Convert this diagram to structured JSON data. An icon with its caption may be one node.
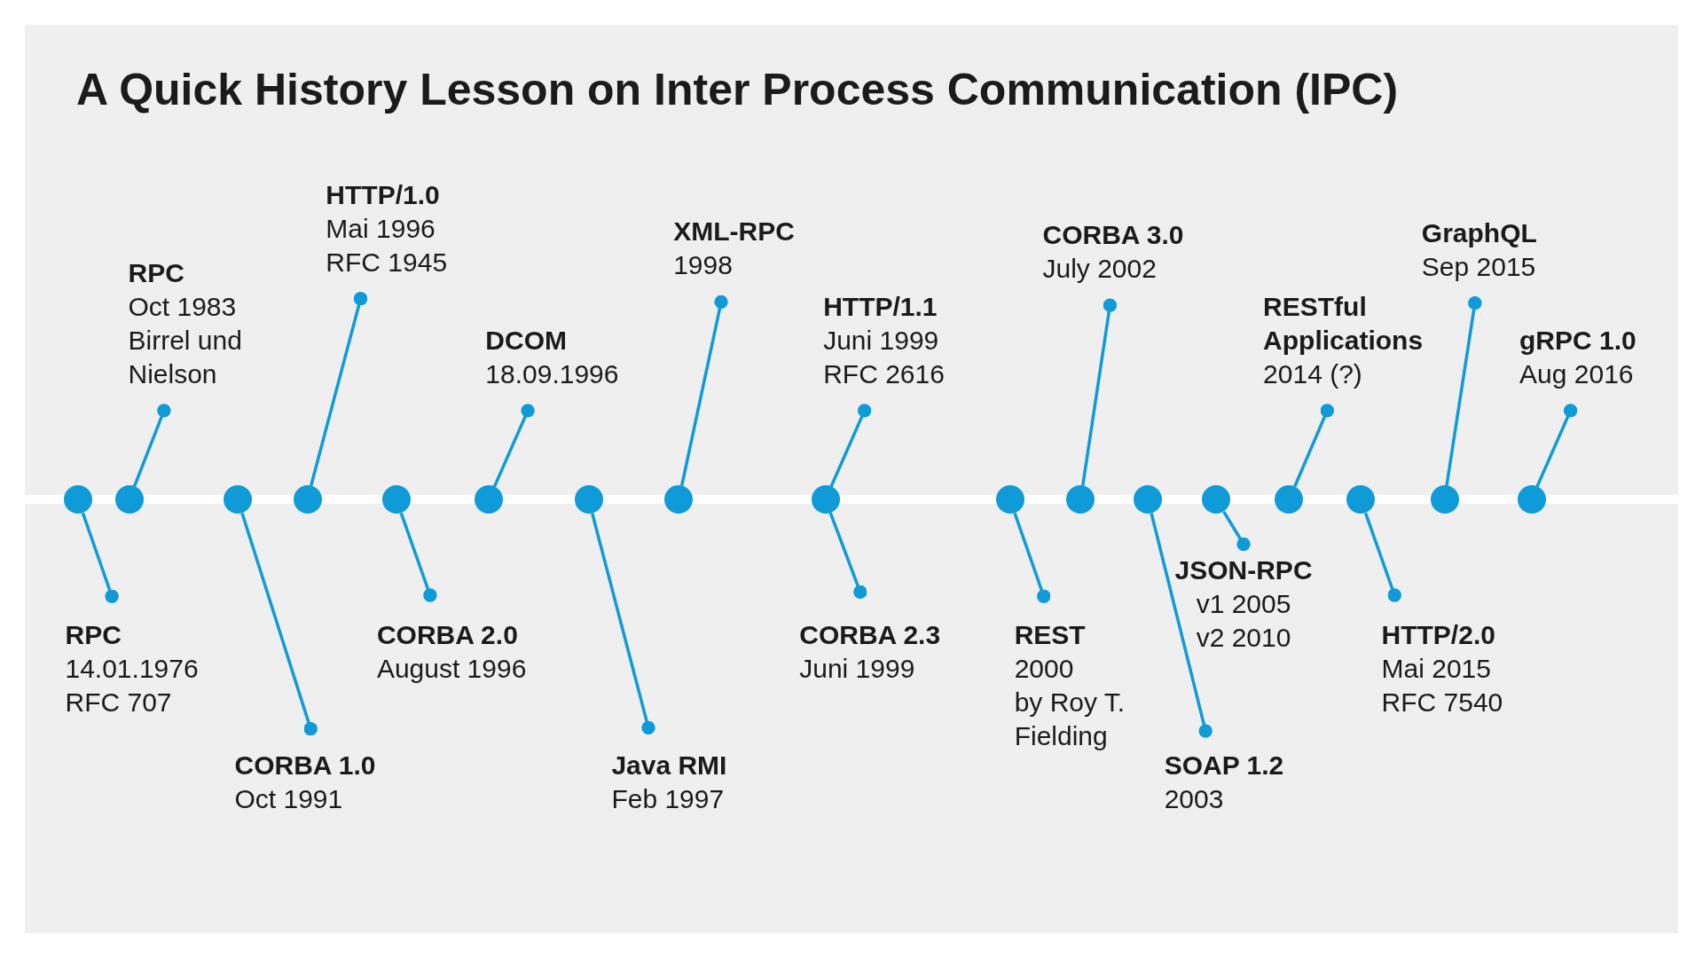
{
  "diagram": {
    "title": "A Quick History Lesson on Inter Process Communication (IPC)",
    "nodes": [
      {
        "text": [
          "RPC",
          "14.01.1976",
          "RFC 707"
        ]
      },
      {
        "text": [
          "RPC",
          "Oct 1983",
          "Birrel und Nielson"
        ]
      },
      {
        "text": [
          "CORBA 1.0",
          "Oct 1991"
        ]
      },
      {
        "text": [
          "HTTP/1.0",
          "Mai 1996",
          "RFC 1945"
        ]
      },
      {
        "text": [
          "CORBA 2.0",
          "August 1996"
        ]
      },
      {
        "text": [
          "DCOM",
          "18.09.1996"
        ]
      },
      {
        "text": [
          "Java RMI",
          "Feb 1997"
        ]
      },
      {
        "text": [
          "XML-RPC",
          "1998"
        ]
      },
      {
        "text": [
          "HTTP/1.1",
          "Juni 1999",
          "RFC 2616"
        ]
      },
      {
        "text": [
          "CORBA 2.3",
          "Juni 1999"
        ]
      },
      {
        "text": [
          "REST",
          "2000",
          "by Roy T. Fielding"
        ]
      },
      {
        "text": [
          "CORBA 3.0",
          "July 2002"
        ]
      },
      {
        "text": [
          "SOAP 1.2",
          "2003"
        ]
      },
      {
        "text": [
          "JSON-RPC",
          "v1 2005",
          "v2 2010"
        ]
      },
      {
        "text": [
          "RESTful Applications",
          "2014 (?)"
        ]
      },
      {
        "text": [
          "HTTP/2.0",
          "Mai 2015",
          "RFC 7540"
        ]
      },
      {
        "text": [
          "GraphQL",
          "Sep 2015"
        ]
      },
      {
        "text": [
          "gRPC 1.0",
          "Aug 2016"
        ]
      },
      {
        "text": [],
        "shape": "circle"
      },
      {
        "text": [],
        "shape": "circle"
      },
      {
        "text": [],
        "shape": "circle"
      },
      {
        "text": [],
        "shape": "circle"
      },
      {
        "text": [],
        "shape": "circle"
      },
      {
        "text": [],
        "shape": "circle"
      },
      {
        "text": [],
        "shape": "circle"
      },
      {
        "text": [],
        "shape": "circle"
      },
      {
        "text": [],
        "shape": "circle"
      },
      {
        "text": [],
        "shape": "circle"
      },
      {
        "text": [],
        "shape": "circle"
      },
      {
        "text": [],
        "shape": "circle"
      },
      {
        "text": [],
        "shape": "circle"
      },
      {
        "text": [],
        "shape": "circle"
      },
      {
        "text": [],
        "shape": "circle"
      },
      {
        "text": [],
        "shape": "circle"
      },
      {
        "text": [],
        "shape": "circle"
      }
    ],
    "edges": [
      {
        "from": 18,
        "to": 0,
        "arrow": "other"
      },
      {
        "from": 19,
        "to": 1,
        "arrow": "other"
      },
      {
        "from": 20,
        "to": 2,
        "arrow": "other"
      },
      {
        "from": 21,
        "to": 3,
        "arrow": "other"
      },
      {
        "from": 22,
        "to": 4,
        "arrow": "other"
      },
      {
        "from": 23,
        "to": 5,
        "arrow": "other"
      },
      {
        "from": 24,
        "to": 6,
        "arrow": "other"
      },
      {
        "from": 25,
        "to": 7,
        "arrow": "other"
      },
      {
        "from": 26,
        "to": 8,
        "arrow": "other"
      },
      {
        "from": 26,
        "to": 9,
        "arrow": "other"
      },
      {
        "from": 27,
        "to": 10,
        "arrow": "other"
      },
      {
        "from": 28,
        "to": 11,
        "arrow": "other"
      },
      {
        "from": 29,
        "to": 12,
        "arrow": "other"
      },
      {
        "from": 30,
        "to": 13,
        "arrow": "other"
      },
      {
        "from": 31,
        "to": 14,
        "arrow": "other"
      },
      {
        "from": 32,
        "to": 15,
        "arrow": "other"
      },
      {
        "from": 33,
        "to": 16,
        "arrow": "other"
      },
      {
        "from": 34,
        "to": 17,
        "arrow": "other"
      }
    ]
  }
}
